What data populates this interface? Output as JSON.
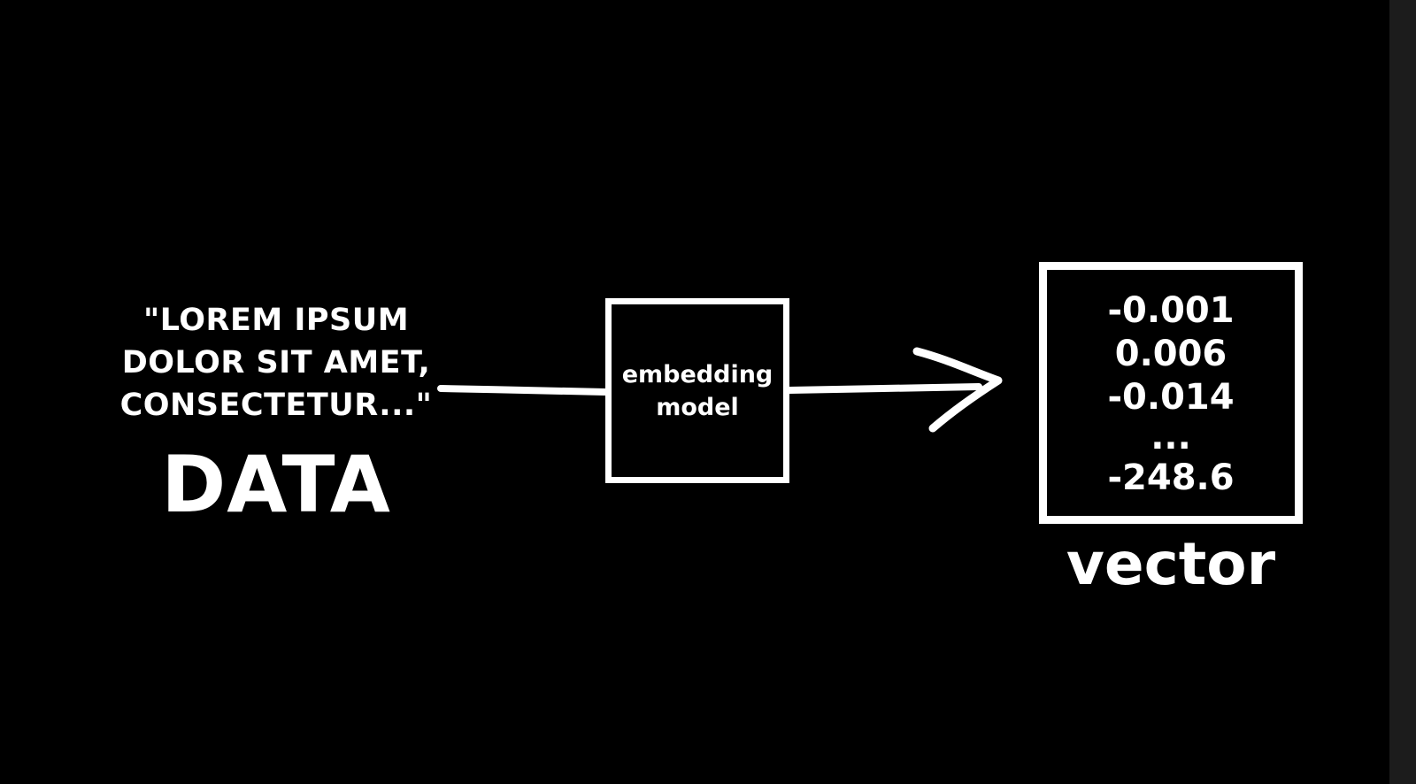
{
  "input": {
    "quote_lines": [
      "\"LOREM IPSUM",
      "DOLOR SIT AMET,",
      "CONSECTETUR...\""
    ],
    "label": "DATA"
  },
  "model": {
    "label_lines": [
      "embedding",
      "model"
    ]
  },
  "output": {
    "values": [
      "-0.001",
      "0.006",
      "-0.014",
      "...",
      "-248.6"
    ],
    "label": "vector"
  },
  "colors": {
    "background": "#000000",
    "foreground": "#ffffff"
  }
}
